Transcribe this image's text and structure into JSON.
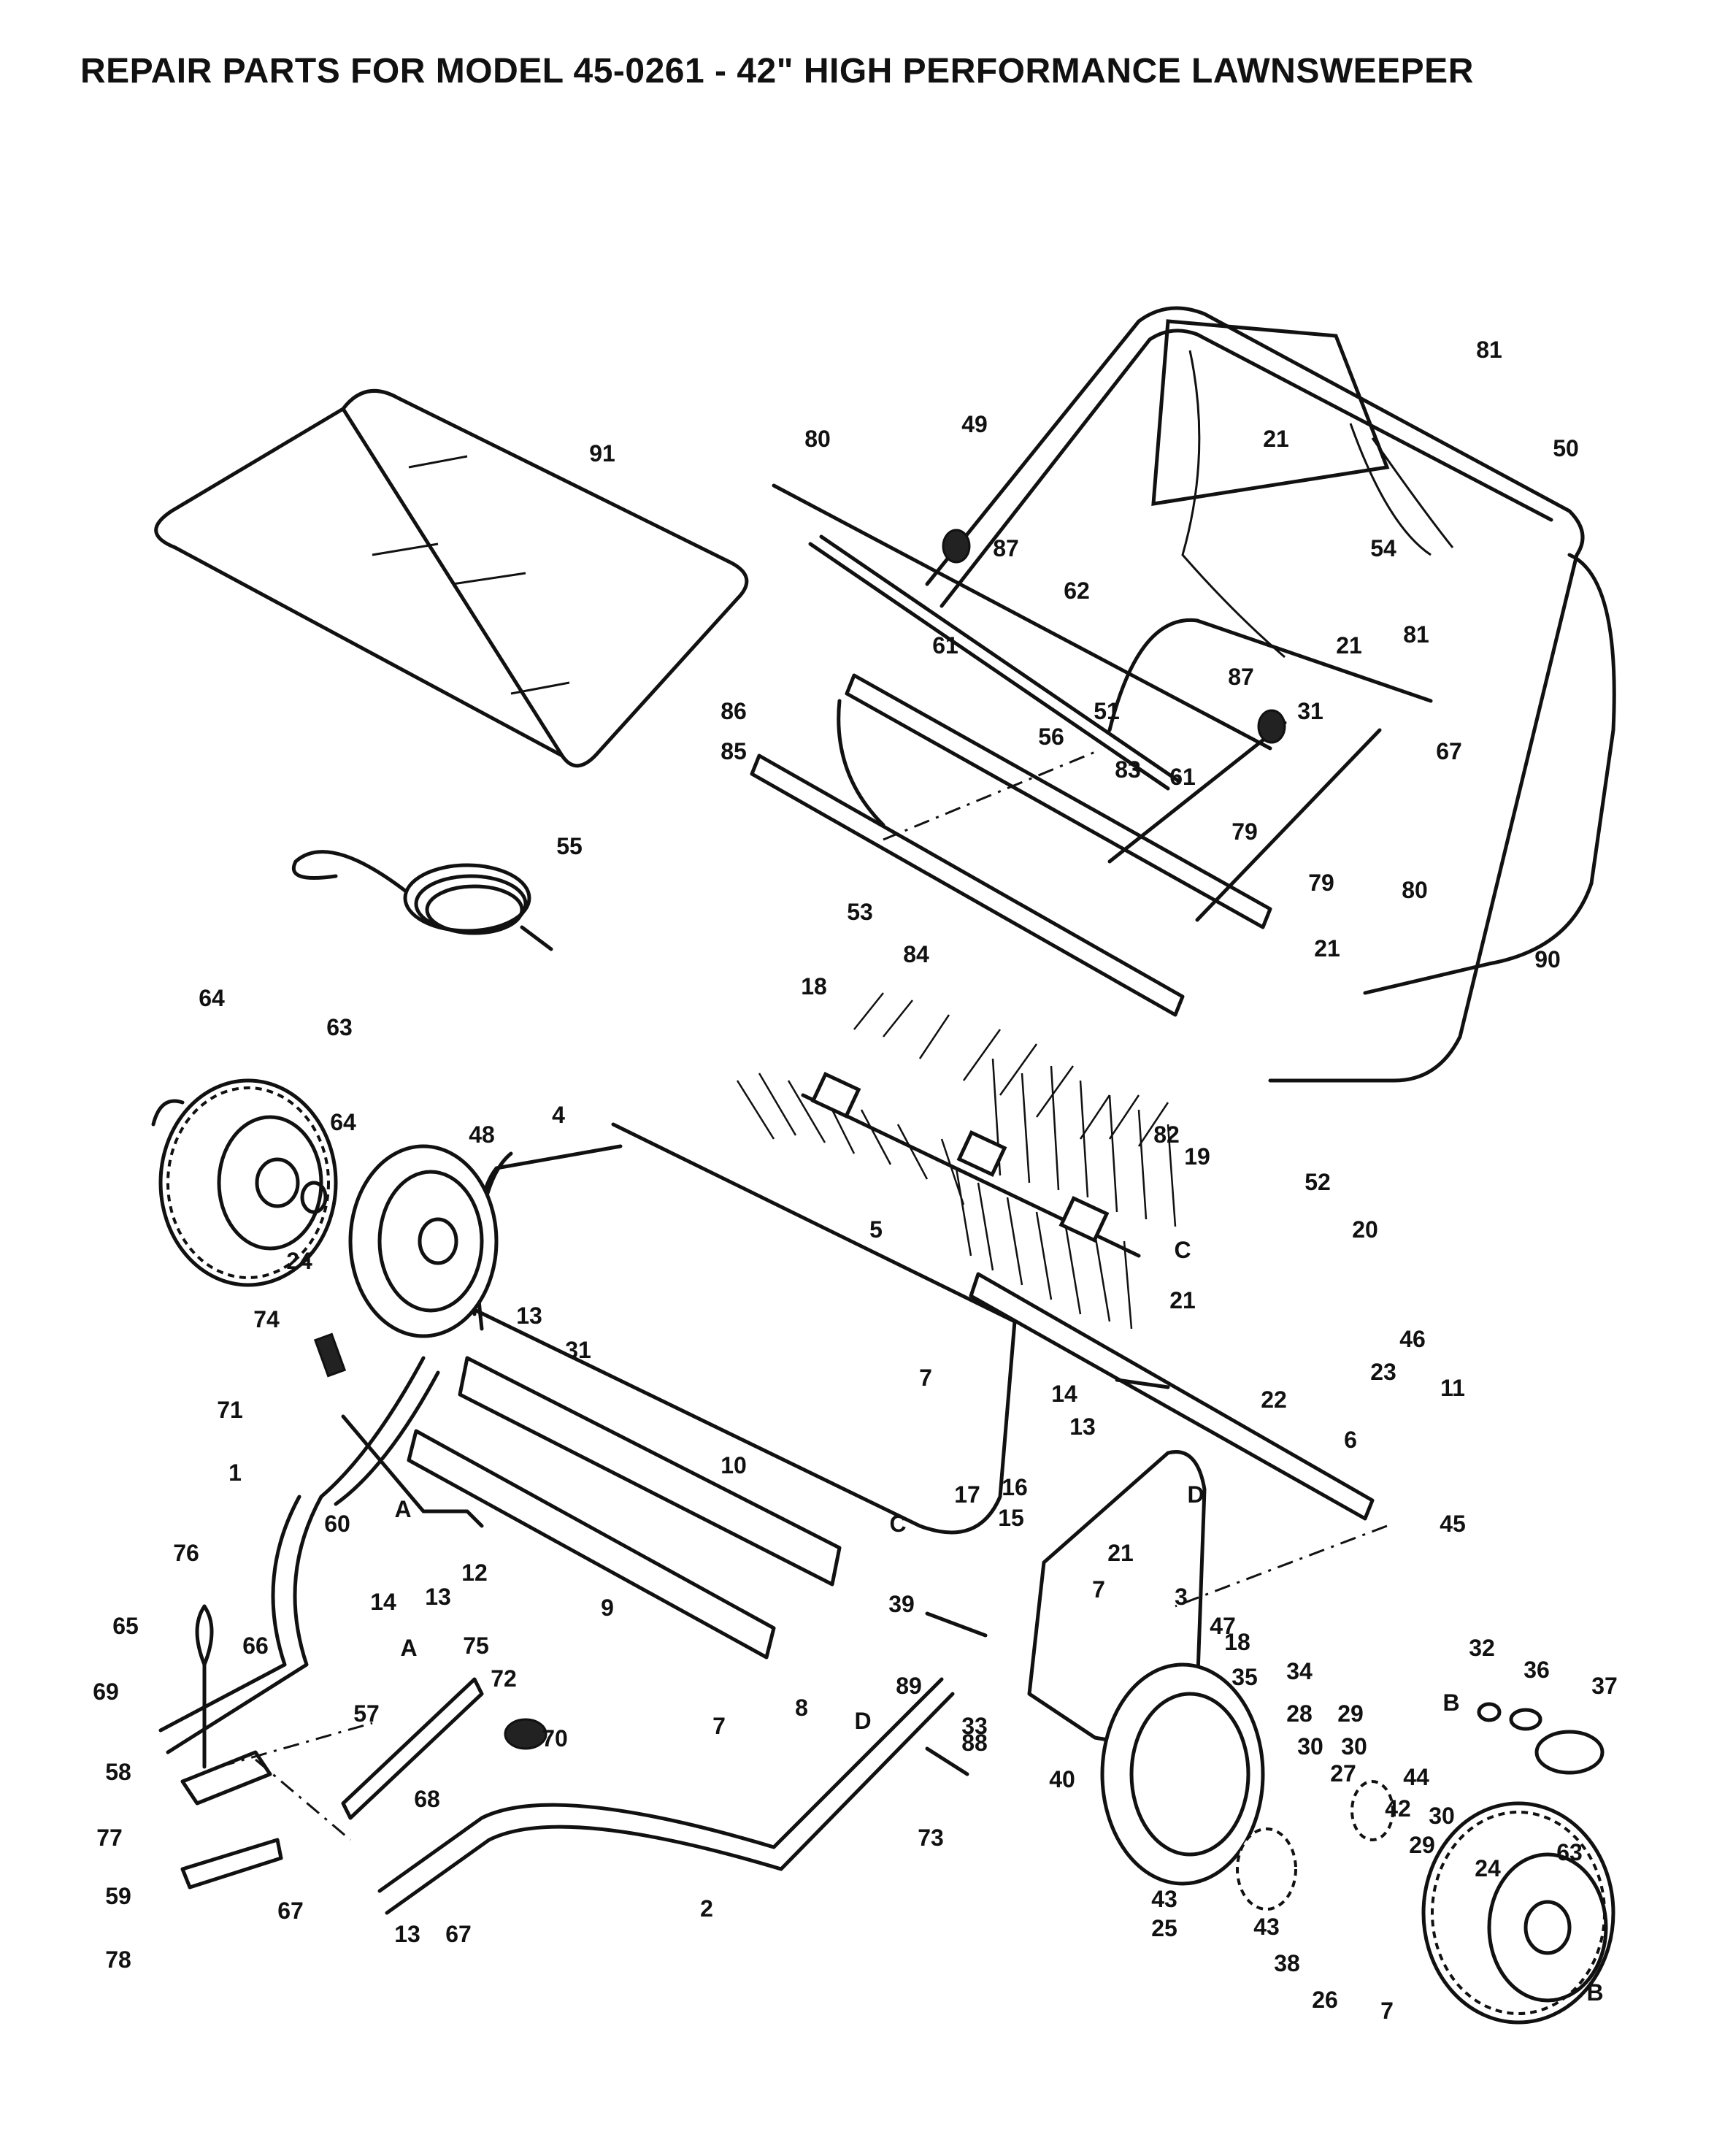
{
  "title": "REPAIR PARTS FOR MODEL 45-0261 - 42\" HIGH PERFORMANCE LAWNSWEEPER",
  "callouts": [
    {
      "label": "81"
    },
    {
      "label": "80"
    },
    {
      "label": "49"
    },
    {
      "label": "21"
    },
    {
      "label": "50"
    },
    {
      "label": "91"
    },
    {
      "label": "87"
    },
    {
      "label": "54"
    },
    {
      "label": "62"
    },
    {
      "label": "61"
    },
    {
      "label": "21"
    },
    {
      "label": "81"
    },
    {
      "label": "86"
    },
    {
      "label": "87"
    },
    {
      "label": "51"
    },
    {
      "label": "31"
    },
    {
      "label": "85"
    },
    {
      "label": "56"
    },
    {
      "label": "61"
    },
    {
      "label": "67"
    },
    {
      "label": "83"
    },
    {
      "label": "55"
    },
    {
      "label": "79"
    },
    {
      "label": "79"
    },
    {
      "label": "80"
    },
    {
      "label": "53"
    },
    {
      "label": "84"
    },
    {
      "label": "21"
    },
    {
      "label": "90"
    },
    {
      "label": "64"
    },
    {
      "label": "18"
    },
    {
      "label": "63"
    },
    {
      "label": "82"
    },
    {
      "label": "64"
    },
    {
      "label": "52"
    },
    {
      "label": "4"
    },
    {
      "label": "48"
    },
    {
      "label": "19"
    },
    {
      "label": "24"
    },
    {
      "label": "5"
    },
    {
      "label": "C"
    },
    {
      "label": "20"
    },
    {
      "label": "74"
    },
    {
      "label": "13"
    },
    {
      "label": "21"
    },
    {
      "label": "46"
    },
    {
      "label": "31"
    },
    {
      "label": "7"
    },
    {
      "label": "23"
    },
    {
      "label": "22"
    },
    {
      "label": "11"
    },
    {
      "label": "71"
    },
    {
      "label": "14"
    },
    {
      "label": "6"
    },
    {
      "label": "13"
    },
    {
      "label": "1"
    },
    {
      "label": "10"
    },
    {
      "label": "D"
    },
    {
      "label": "45"
    },
    {
      "label": "60"
    },
    {
      "label": "A"
    },
    {
      "label": "17"
    },
    {
      "label": "16"
    },
    {
      "label": "15"
    },
    {
      "label": "C"
    },
    {
      "label": "76"
    },
    {
      "label": "12"
    },
    {
      "label": "21"
    },
    {
      "label": "14"
    },
    {
      "label": "13"
    },
    {
      "label": "3"
    },
    {
      "label": "7"
    },
    {
      "label": "9"
    },
    {
      "label": "39"
    },
    {
      "label": "65"
    },
    {
      "label": "75"
    },
    {
      "label": "18"
    },
    {
      "label": "47"
    },
    {
      "label": "32"
    },
    {
      "label": "A"
    },
    {
      "label": "35"
    },
    {
      "label": "34"
    },
    {
      "label": "36"
    },
    {
      "label": "37"
    },
    {
      "label": "66"
    },
    {
      "label": "72"
    },
    {
      "label": "89"
    },
    {
      "label": "B"
    },
    {
      "label": "69"
    },
    {
      "label": "28"
    },
    {
      "label": "29"
    },
    {
      "label": "8"
    },
    {
      "label": "33"
    },
    {
      "label": "7"
    },
    {
      "label": "57"
    },
    {
      "label": "D"
    },
    {
      "label": "30"
    },
    {
      "label": "30"
    },
    {
      "label": "70"
    },
    {
      "label": "88"
    },
    {
      "label": "44"
    },
    {
      "label": "27"
    },
    {
      "label": "40"
    },
    {
      "label": "58"
    },
    {
      "label": "42"
    },
    {
      "label": "68"
    },
    {
      "label": "73"
    },
    {
      "label": "77"
    },
    {
      "label": "30"
    },
    {
      "label": "29"
    },
    {
      "label": "63"
    },
    {
      "label": "2"
    },
    {
      "label": "59"
    },
    {
      "label": "24"
    },
    {
      "label": "43"
    },
    {
      "label": "67"
    },
    {
      "label": "25"
    },
    {
      "label": "13"
    },
    {
      "label": "67"
    },
    {
      "label": "43"
    },
    {
      "label": "78"
    },
    {
      "label": "38"
    },
    {
      "label": "B"
    },
    {
      "label": "26"
    },
    {
      "label": "7"
    }
  ]
}
